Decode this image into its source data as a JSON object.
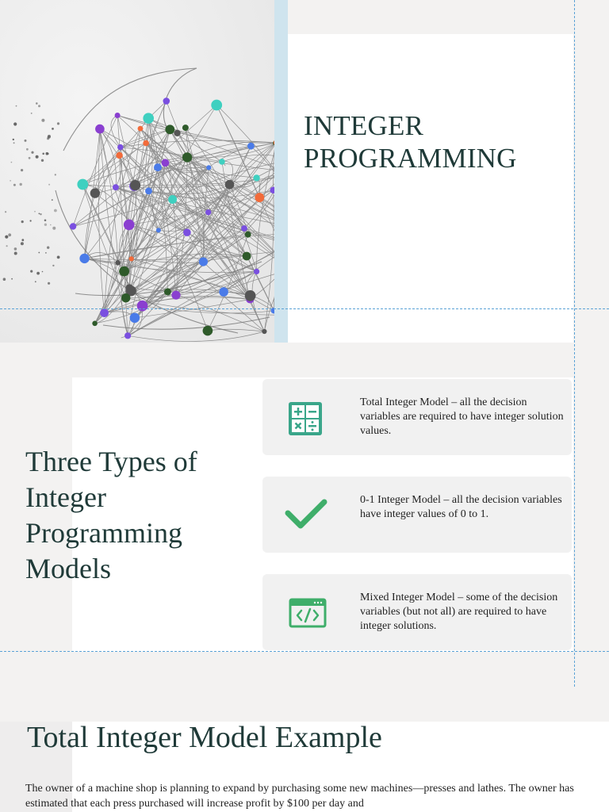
{
  "slide1": {
    "title": "INTEGER PROGRAMMING"
  },
  "slide2": {
    "title": "Three Types of Integer Programming Models",
    "cards": [
      {
        "icon": "calculator-icon",
        "text": "Total Integer Model – all the decision variables are required to have integer solution values."
      },
      {
        "icon": "checkmark-icon",
        "text": "0-1 Integer Model – all the decision variables have integer values of 0 to 1."
      },
      {
        "icon": "code-window-icon",
        "text": "Mixed Integer Model – some of the decision variables (but not all) are required to have integer solutions."
      }
    ]
  },
  "slide3": {
    "title": "Total Integer Model Example",
    "body": "The owner of a machine shop is planning to expand by purchasing some new machines—presses and lathes. The owner has estimated that each press purchased will increase profit by $100 per day and"
  },
  "colors": {
    "title_text": "#1f3a38",
    "icon_green": "#3fae6a",
    "icon_teal": "#3aa68a",
    "band_blue": "#cfe4ee",
    "guide_blue": "#5aa2d6"
  }
}
